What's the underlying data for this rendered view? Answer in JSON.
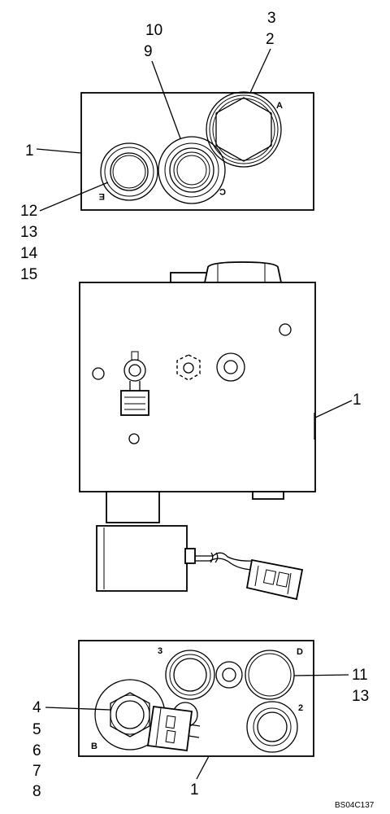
{
  "top_view": {
    "callouts": [
      "3",
      "2",
      "10",
      "9",
      "1",
      "12",
      "13",
      "14",
      "15"
    ],
    "port_letters": [
      "A",
      "E",
      "C"
    ]
  },
  "middle_view": {
    "callouts": [
      "1"
    ]
  },
  "bottom_view": {
    "callouts": [
      "4",
      "5",
      "6",
      "7",
      "8",
      "1",
      "11",
      "13"
    ],
    "port_letters": [
      "3",
      "D",
      "2",
      "B"
    ]
  },
  "figure_code": "BS04C137"
}
